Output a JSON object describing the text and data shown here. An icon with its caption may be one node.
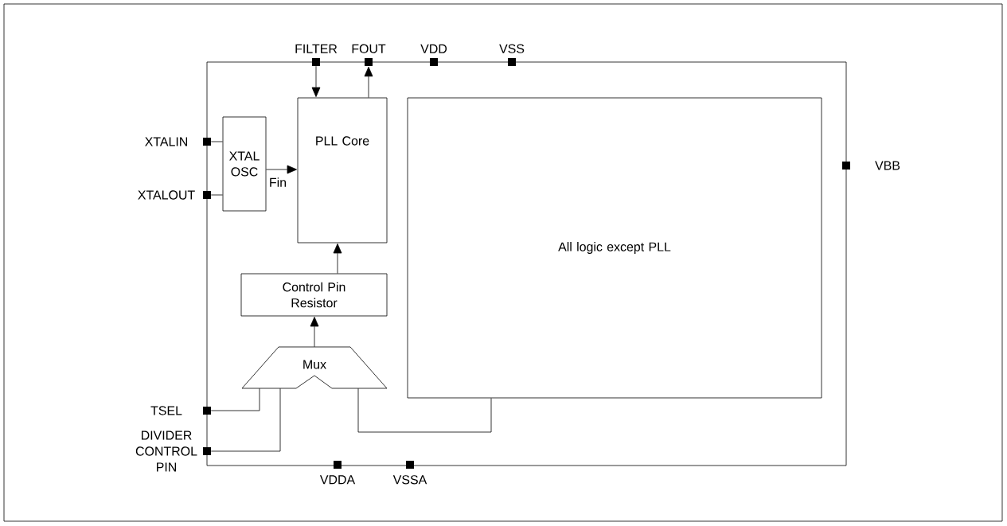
{
  "diagram": {
    "nodes": [
      {
        "text": [],
        "shape": "box"
      },
      {
        "text": [],
        "shape": "box",
        "beside": [
          "FILTER"
        ]
      },
      {
        "text": [],
        "shape": "box",
        "beside": [
          "FOUT"
        ]
      },
      {
        "text": [],
        "shape": "box",
        "beside": [
          "VDD"
        ]
      },
      {
        "text": [],
        "shape": "box",
        "beside": [
          "VSS"
        ]
      },
      {
        "text": [],
        "shape": "box",
        "beside": [
          "XTALIN"
        ]
      },
      {
        "text": [],
        "shape": "box",
        "beside": [
          "XTALOUT"
        ]
      },
      {
        "text": [],
        "shape": "box",
        "beside": [
          "VBB"
        ]
      },
      {
        "text": [],
        "shape": "box",
        "beside": [
          "TSEL"
        ]
      },
      {
        "text": [],
        "shape": "box",
        "beside": [
          "DIVIDER CONTROL PIN"
        ]
      },
      {
        "text": [],
        "shape": "box",
        "beside": [
          "VDDA"
        ]
      },
      {
        "text": [],
        "shape": "box",
        "beside": [
          "VSSA"
        ]
      },
      {
        "text": [
          "XTAL OSC"
        ],
        "in": 0
      },
      {
        "text": [
          "PLL Core"
        ],
        "in": 0
      },
      {
        "text": [
          "Control Pin Resistor"
        ],
        "in": 0
      },
      {
        "text": [
          "Mux"
        ],
        "in": 0
      },
      {
        "text": [
          "All logic except PLL"
        ],
        "in": 0
      }
    ],
    "edges": [
      {
        "from": 1,
        "to": 13,
        "arrow": "to"
      },
      {
        "from": 13,
        "to": 2,
        "arrow": "to"
      },
      {
        "from": 5,
        "to": 12,
        "arrow": "none"
      },
      {
        "from": 6,
        "to": 12,
        "arrow": "none"
      },
      {
        "from": 12,
        "to": 13,
        "arrow": "to",
        "label": "Fin"
      },
      {
        "from": 14,
        "to": 13,
        "arrow": "to"
      },
      {
        "from": 15,
        "to": 14,
        "arrow": "to"
      },
      {
        "from": 8,
        "to": 15,
        "arrow": "none"
      },
      {
        "from": 9,
        "to": 15,
        "arrow": "none"
      },
      {
        "from": 16,
        "to": 15,
        "arrow": "none"
      }
    ]
  }
}
